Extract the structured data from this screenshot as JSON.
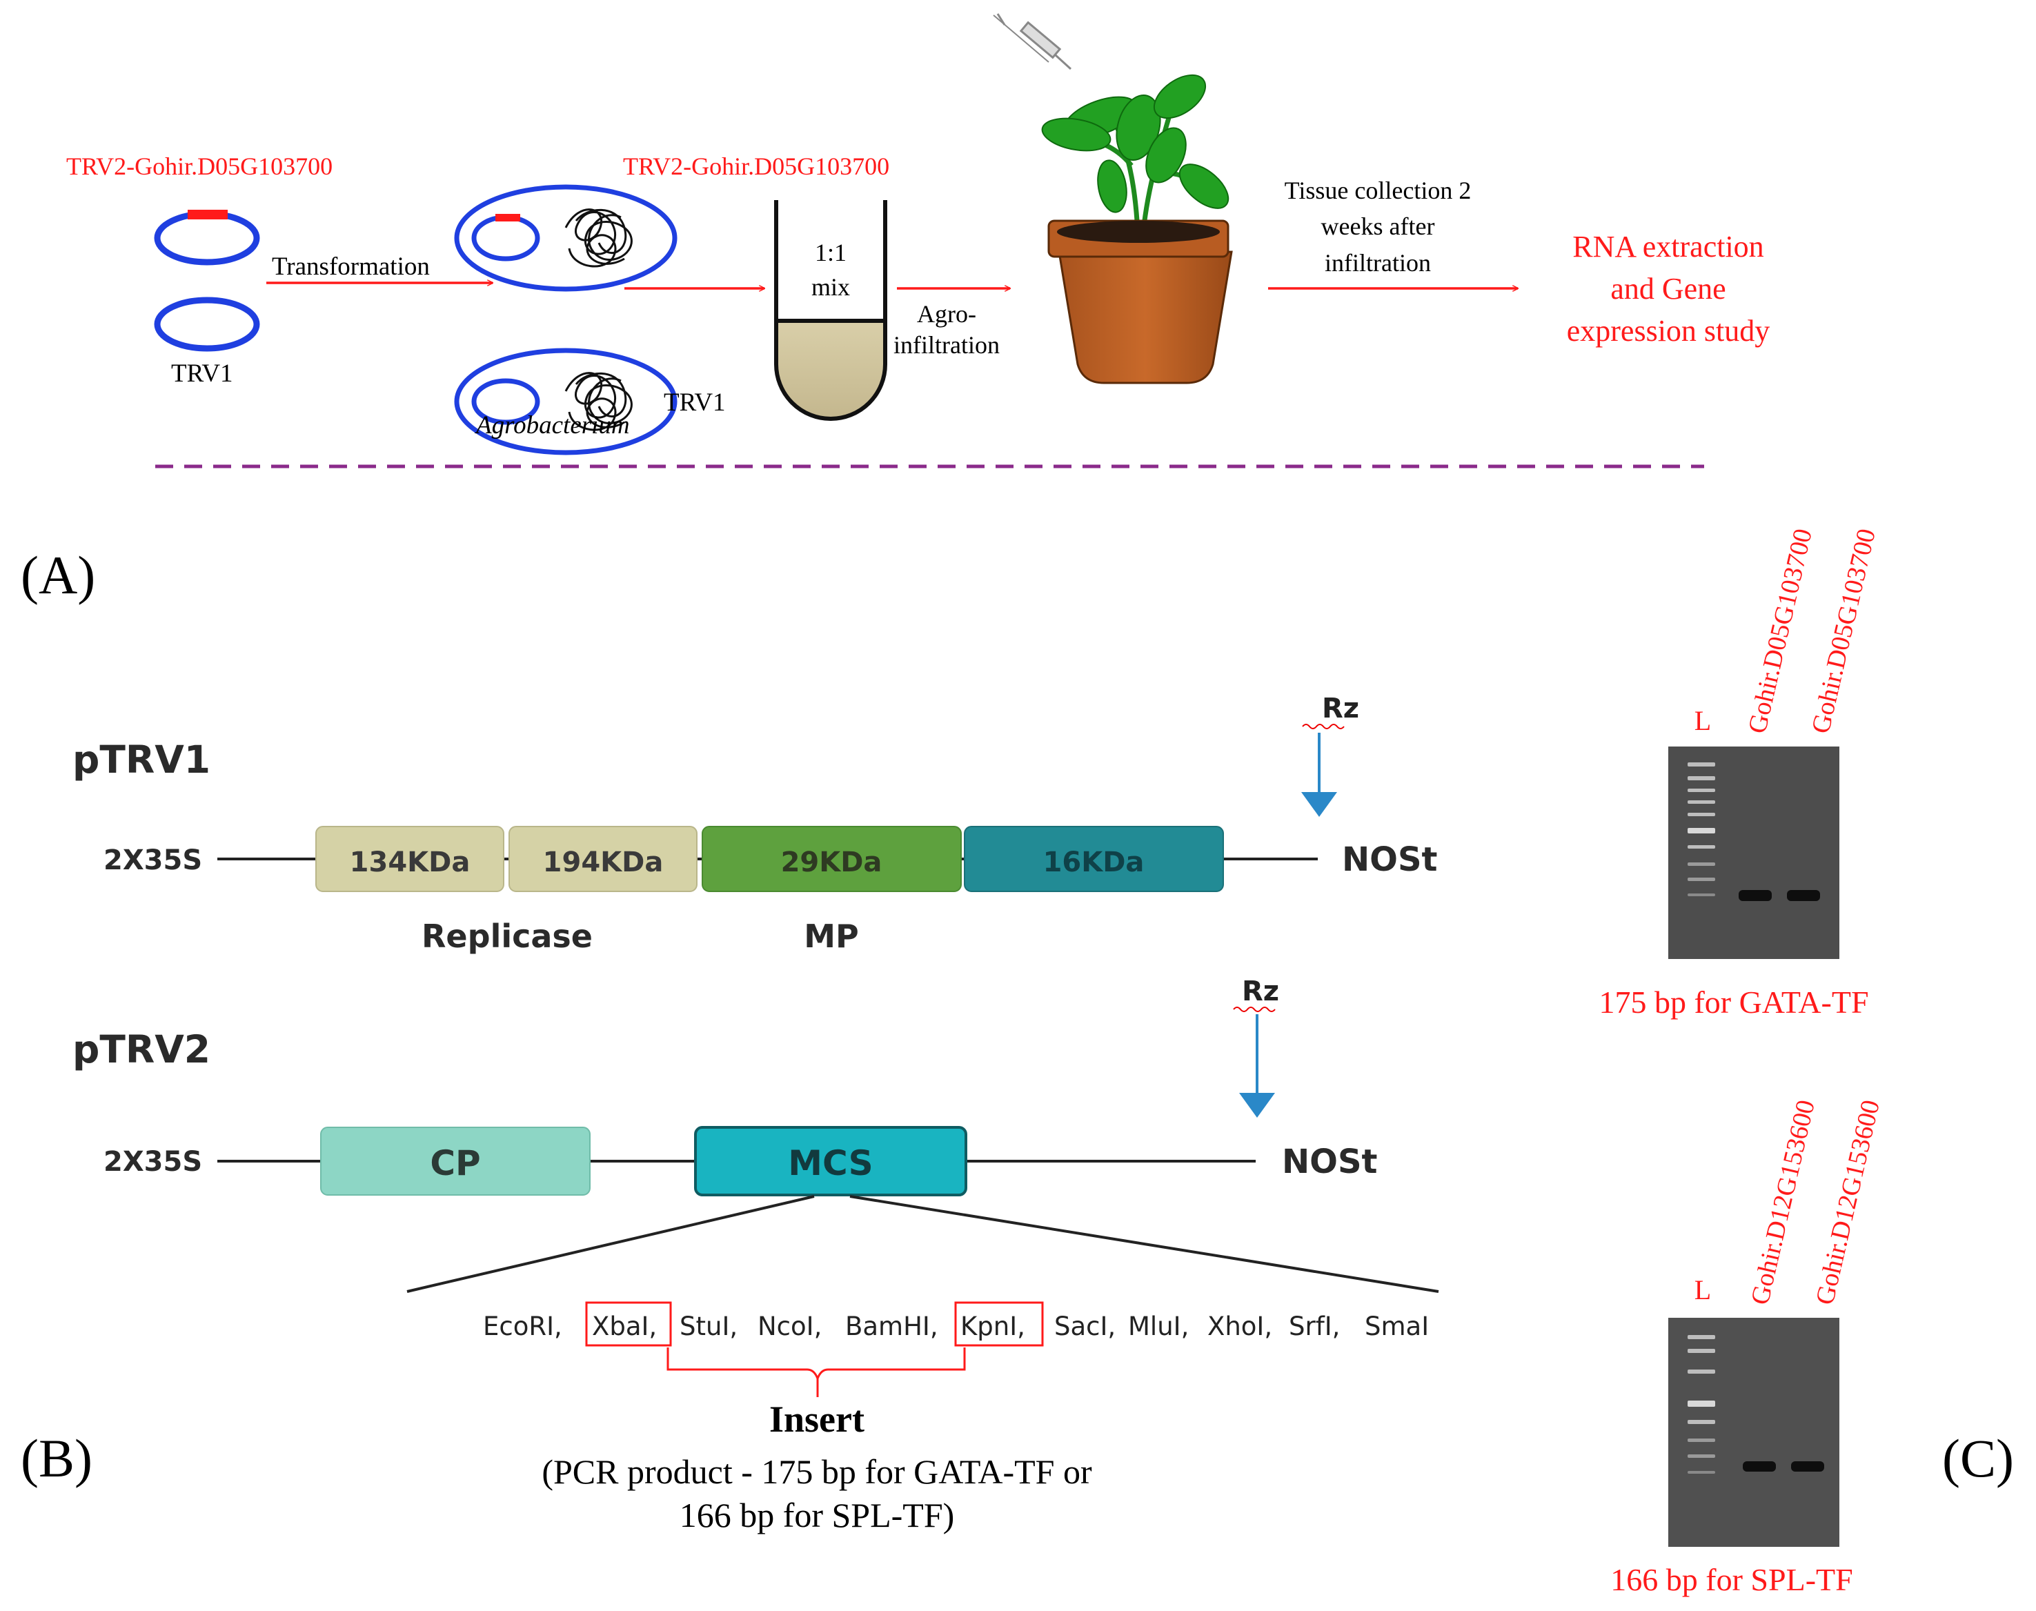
{
  "panelA": {
    "panel_label": "(A)",
    "construct_label_left": "TRV2-Gohir.D05G103700",
    "trv1_label": "TRV1",
    "transformation_label": "Transformation",
    "construct_label_right": "TRV2-Gohir.D05G103700",
    "trv1_agro_label": "TRV1",
    "agrobacterium_label": "Agrobacterium",
    "mix_ratio": "1:1",
    "mix_word": "mix",
    "agro_line1": "Agro-",
    "agro_line2": "infiltration",
    "tissue_line1": "Tissue collection 2",
    "tissue_line2": "weeks after",
    "tissue_line3": "infiltration",
    "result_line1": "RNA extraction",
    "result_line2": "and Gene",
    "result_line3": "expression study",
    "colors": {
      "accent_red": "#ff1a1a",
      "plasmid_blue": "#1f3fe0",
      "divider": "#8a2a8a"
    }
  },
  "panelB": {
    "panel_label": "(B)",
    "ptrv1": {
      "title": "pTRV1",
      "promoter": "2X35S",
      "terminator": "NOSt",
      "ribozyme": "Rz",
      "segments": [
        "134KDa",
        "194KDa",
        "29KDa",
        "16KDa"
      ],
      "group_replicase": "Replicase",
      "group_mp": "MP"
    },
    "ptrv2": {
      "title": "pTRV2",
      "promoter": "2X35S",
      "terminator": "NOSt",
      "ribozyme": "Rz",
      "cp": "CP",
      "mcs": "MCS",
      "sites": {
        "s1": "EcoRI,",
        "s2": "XbaI,",
        "s3": "StuI,",
        "s4": "NcoI,",
        "s5": "BamHI,",
        "s6": "KpnI,",
        "s7": "SacI,",
        "s8": "MluI,",
        "s9": "XhoI,",
        "s10": "SrfI,",
        "s11": "SmaI"
      }
    },
    "insert_title": "Insert",
    "insert_line1": "(PCR product - 175 bp for GATA-TF or",
    "insert_line2": "166 bp for SPL-TF)"
  },
  "panelC": {
    "panel_label": "(C)",
    "gel1": {
      "ladder": "L",
      "lane1": "Gohir.D05G103700",
      "lane2": "Gohir.D05G103700",
      "caption": "175 bp for GATA-TF"
    },
    "gel2": {
      "ladder": "L",
      "lane1": "Gohir.D12G153600",
      "lane2": "Gohir.D12G153600",
      "caption": "166 bp for SPL-TF"
    }
  }
}
